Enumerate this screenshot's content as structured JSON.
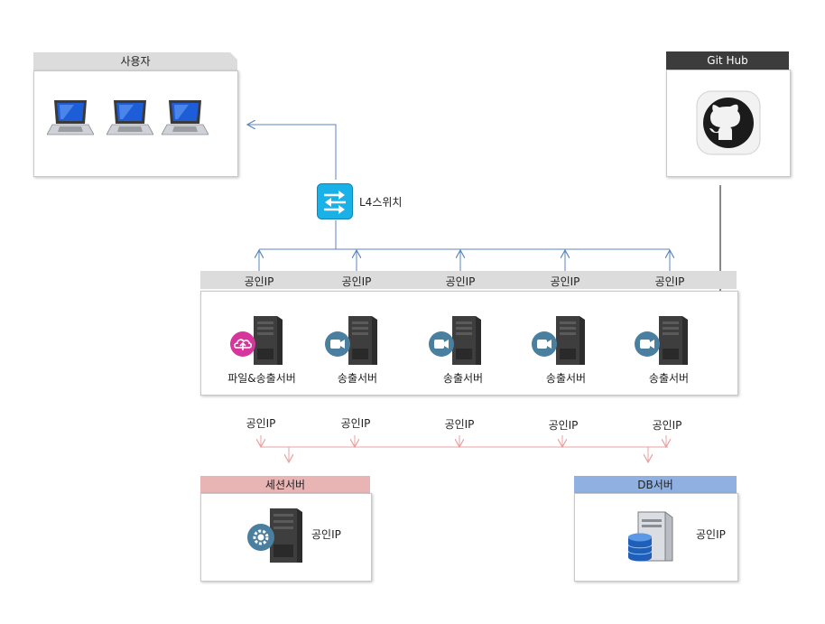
{
  "user_group": {
    "title": "사용자"
  },
  "github": {
    "title": "Git Hub"
  },
  "switch": {
    "label": "L4스위치"
  },
  "server_group": {
    "public_ip_labels": [
      "공인IP",
      "공인IP",
      "공인IP",
      "공인IP",
      "공인IP"
    ],
    "servers": [
      {
        "label": "파일&송출서버",
        "icon": "cloud-upload-icon"
      },
      {
        "label": "송출서버",
        "icon": "video-camera-icon"
      },
      {
        "label": "송출서버",
        "icon": "video-camera-icon"
      },
      {
        "label": "송출서버",
        "icon": "video-camera-icon"
      },
      {
        "label": "송출서버",
        "icon": "video-camera-icon"
      }
    ]
  },
  "lower_ip_labels": [
    "공인IP",
    "공인IP",
    "공인IP",
    "공인IP",
    "공인IP"
  ],
  "session_server": {
    "title": "세션서버",
    "ip_label": "공인IP"
  },
  "db_server": {
    "title": "DB서버",
    "ip_label": "공인IP"
  },
  "colors": {
    "blue_line": "#5b86c0",
    "red_line": "#e8a0a0",
    "session_header": "#e8b4b4",
    "db_header": "#8fb0e0",
    "gray_header": "#dcdcdc",
    "github_header": "#3c3c3c",
    "switch_fill": "#1ab0e8",
    "cloud_badge": "#d6359c",
    "camera_badge": "#4a7fa0"
  }
}
